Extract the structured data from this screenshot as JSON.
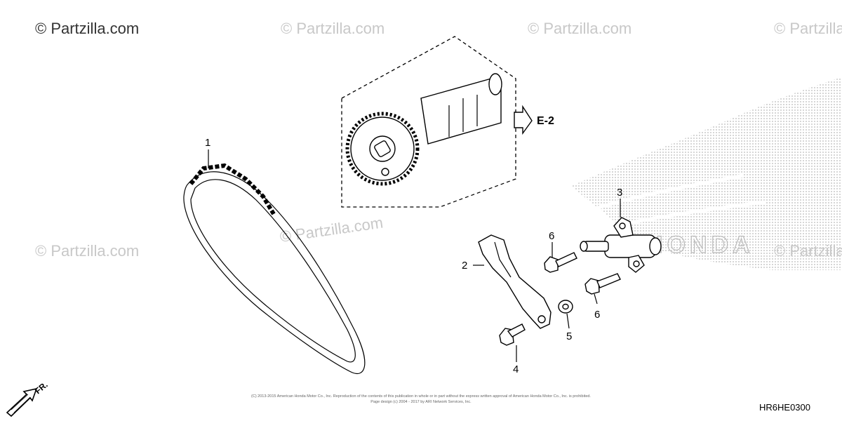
{
  "watermarks": [
    "© Partzilla.com",
    "© Partzilla.com",
    "© Partzilla.com",
    "© Partzilla.com",
    "© Partzilla.com",
    "© Partzilla.com",
    "© Partzilla.com"
  ],
  "callouts": {
    "p1": "1",
    "p2": "2",
    "p3": "3",
    "p4": "4",
    "p5": "5",
    "p6a": "6",
    "p6b": "6"
  },
  "ref_arrow_label": "E-2",
  "front_label": "FR.",
  "copyright_line1": "(C) 2013-2015 American Honda Motor Co., Inc. Reproduction of the contents of this publication in whole or in part without the express written approval of American Honda Motor Co., Inc. is prohibited.",
  "copyright_line2": "Page design (c) 2004 - 2017 by ARI Network Services, Inc.",
  "diagram_code": "HR6HE0300",
  "logo_text": "HONDA"
}
